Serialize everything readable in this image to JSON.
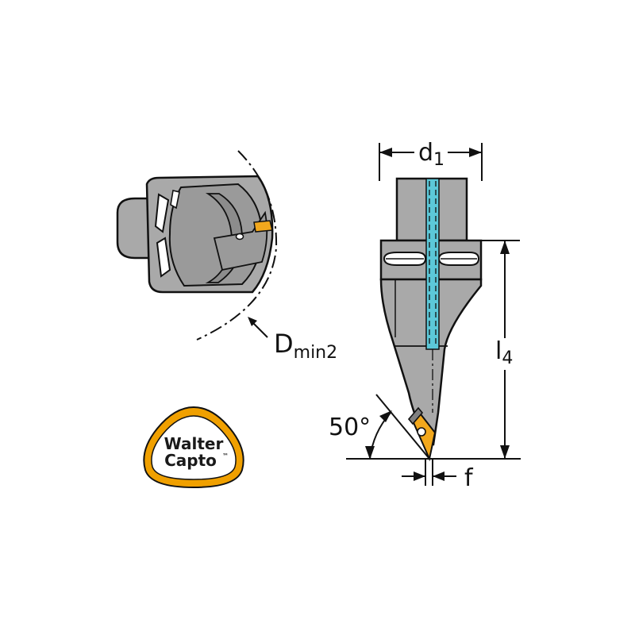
{
  "dimensions": {
    "d1": {
      "main": "d",
      "sub": "1"
    },
    "dmin2": {
      "main": "D",
      "sub": "min2"
    },
    "l4": {
      "main": "l",
      "sub": "4"
    },
    "f": "f",
    "angle": "50°"
  },
  "logo": {
    "line1": "Walter",
    "line2": "Capto",
    "tm": "™"
  },
  "colors": {
    "body": "#a9a9a9",
    "body_dark": "#808080",
    "outline": "#111111",
    "coolant": "#5cc8d8",
    "insert": "#f2a81d",
    "logo_orange": "#f0a000"
  }
}
